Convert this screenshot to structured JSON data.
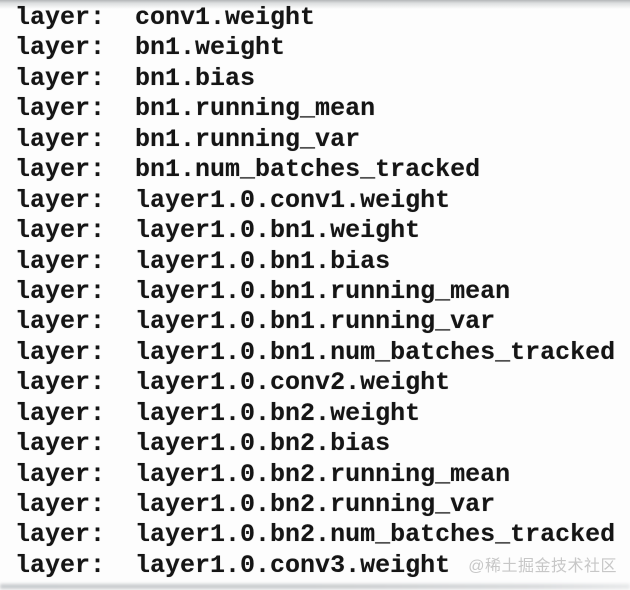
{
  "console": {
    "prefix": "layer:",
    "separator": "  ",
    "layers": [
      "conv1.weight",
      "bn1.weight",
      "bn1.bias",
      "bn1.running_mean",
      "bn1.running_var",
      "bn1.num_batches_tracked",
      "layer1.0.conv1.weight",
      "layer1.0.bn1.weight",
      "layer1.0.bn1.bias",
      "layer1.0.bn1.running_mean",
      "layer1.0.bn1.running_var",
      "layer1.0.bn1.num_batches_tracked",
      "layer1.0.conv2.weight",
      "layer1.0.bn2.weight",
      "layer1.0.bn2.bias",
      "layer1.0.bn2.running_mean",
      "layer1.0.bn2.running_var",
      "layer1.0.bn2.num_batches_tracked",
      "layer1.0.conv3.weight"
    ]
  },
  "watermark": {
    "text": "@稀土掘金技术社区"
  },
  "colors": {
    "text": "#151515",
    "background": "#fdfdfd",
    "watermark": "#c7c7c7"
  }
}
